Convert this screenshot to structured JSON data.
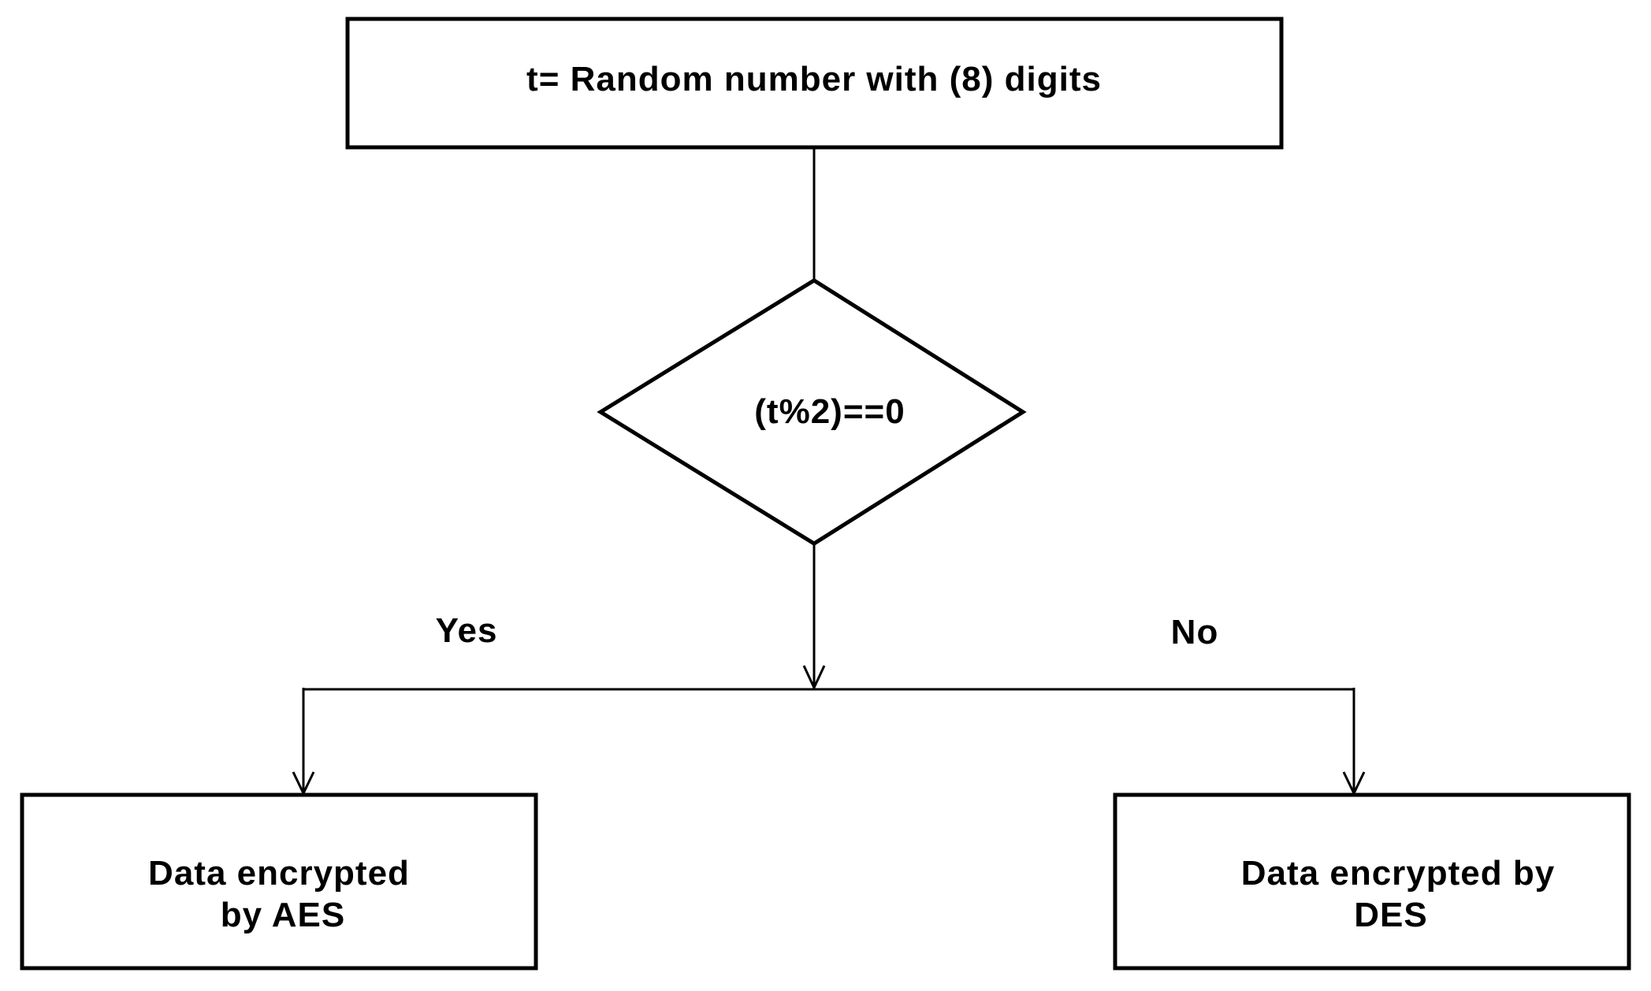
{
  "diagram": {
    "start_box": {
      "label": "t= Random number with (8) digits"
    },
    "decision": {
      "label": "(t%2)==0"
    },
    "branches": {
      "yes_label": "Yes",
      "no_label": "No"
    },
    "aes_box": {
      "line1": "Data encrypted",
      "line2": "by AES"
    },
    "des_box": {
      "line1": "Data encrypted by",
      "line2": "DES"
    }
  }
}
